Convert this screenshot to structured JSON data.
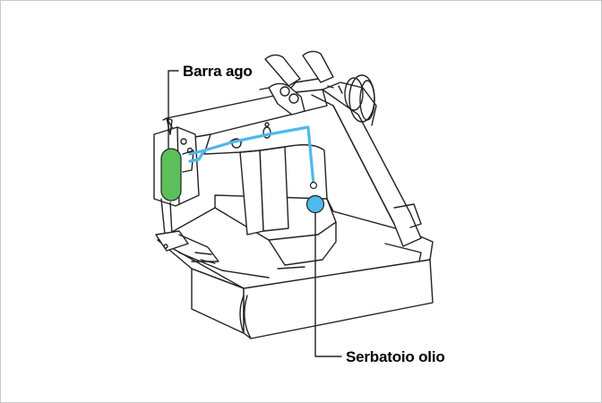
{
  "labels": {
    "needle_bar": "Barra ago",
    "oil_tank": "Serbatoio olio"
  },
  "colors": {
    "line": "#222222",
    "highlight_green": "#5cbf5c",
    "oil_path_blue": "#4fb8ec",
    "frame_border": "#c8c8c8",
    "background": "#ffffff"
  },
  "icons": {
    "machine": "sewing-machine-line-drawing"
  }
}
